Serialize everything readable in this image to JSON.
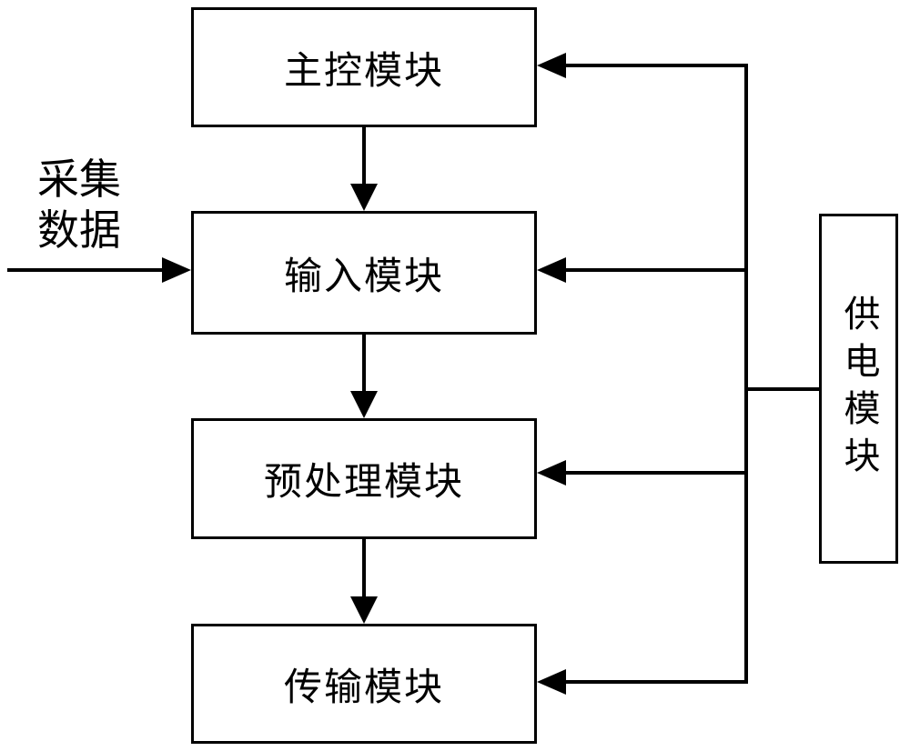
{
  "diagram": {
    "boxes": {
      "main_control": "主控模块",
      "input": "输入模块",
      "preprocess": "预处理模块",
      "transmit": "传输模块",
      "power": "供电模块"
    },
    "labels": {
      "collect_line1": "采集",
      "collect_line2": "数据"
    },
    "colors": {
      "line": "#000000",
      "background": "#ffffff"
    }
  }
}
